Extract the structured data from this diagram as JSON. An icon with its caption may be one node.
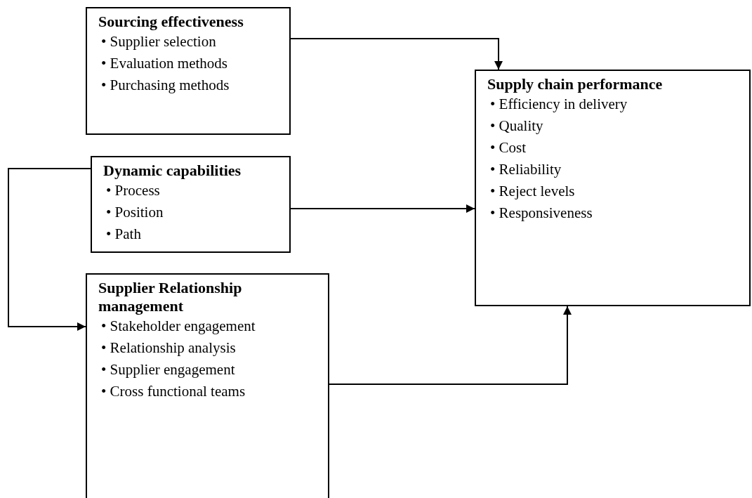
{
  "diagram": {
    "nodes": [
      {
        "text": [
          "Sourcing effectiveness",
          "• Supplier selection",
          "• Evaluation methods",
          "• Purchasing methods"
        ]
      },
      {
        "text": [
          "Dynamic capabilities",
          "• Process",
          "• Position",
          "• Path"
        ]
      },
      {
        "text": [
          "Supplier Relationship management",
          "• Stakeholder engagement",
          "• Relationship analysis",
          "• Supplier engagement",
          "• Cross functional teams"
        ]
      },
      {
        "text": [
          "Supply chain performance",
          "• Efficiency in delivery",
          "• Quality",
          "• Cost",
          "• Reliability",
          "• Reject levels",
          "• Responsiveness"
        ]
      }
    ],
    "edges": [
      {
        "from": 0,
        "to": 3,
        "arrow": "to"
      },
      {
        "from": 1,
        "to": 3,
        "arrow": "to"
      },
      {
        "from": 1,
        "to": 2,
        "arrow": "to"
      },
      {
        "from": 2,
        "to": 3,
        "arrow": "to"
      }
    ]
  }
}
